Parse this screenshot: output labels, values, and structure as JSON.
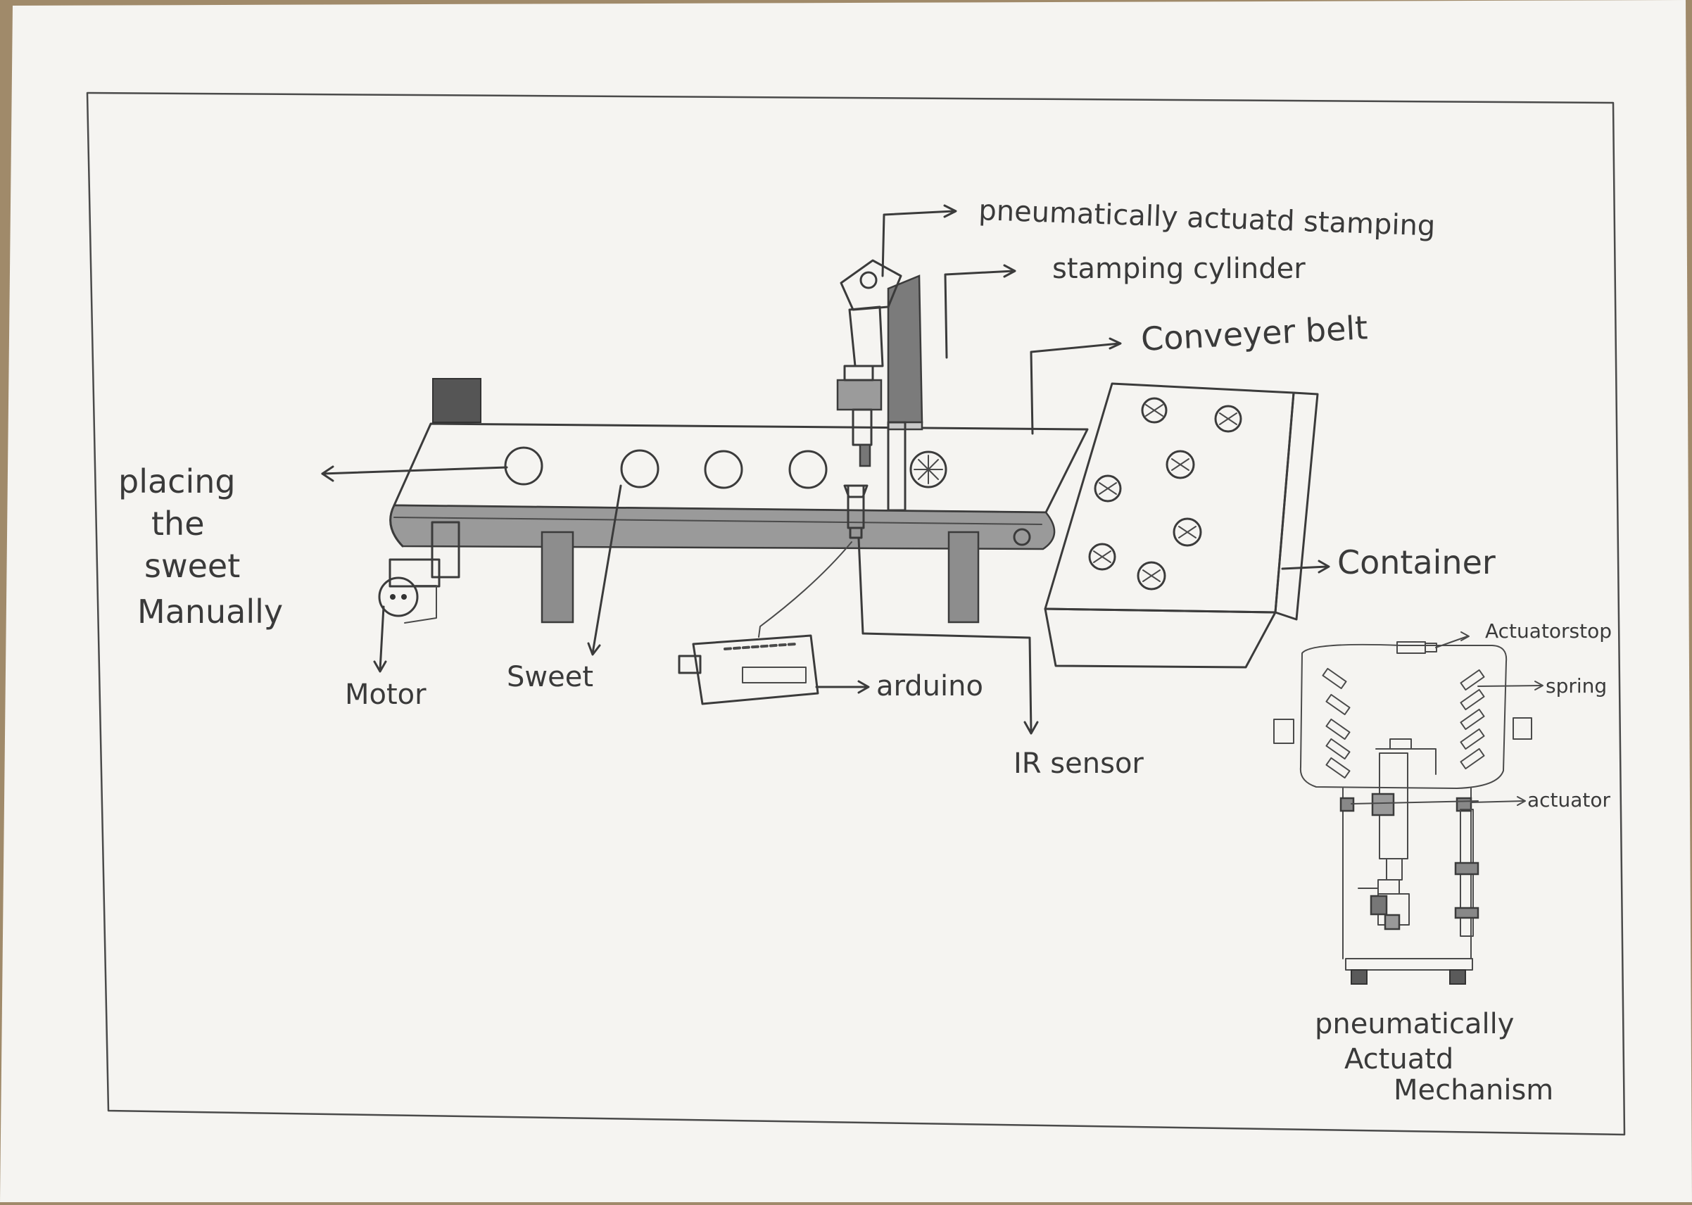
{
  "labels": {
    "pneumatic_stamping": "pneumatically actuatd stamping",
    "stamping_cylinder": "stamping cylinder",
    "conveyor_belt": "Conveyer belt",
    "placing_line1": "placing",
    "placing_line2": "the",
    "placing_line3": "sweet",
    "placing_line4": "Manually",
    "container": "Container",
    "motor": "Motor",
    "sweet": "Sweet",
    "arduino": "arduino",
    "ir_sensor": "IR sensor",
    "actuator_stop": "Actuatorstop",
    "spring": "spring",
    "actuator": "actuator",
    "mechanism_line1": "pneumatically",
    "mechanism_line2": "Actuatd",
    "mechanism_line3": "Mechanism"
  },
  "colors": {
    "paper": "#f5f4f1",
    "ink": "#3b3b3b",
    "pencil_shade": "#8d8d8d",
    "wood_table": "#a08a6a"
  }
}
